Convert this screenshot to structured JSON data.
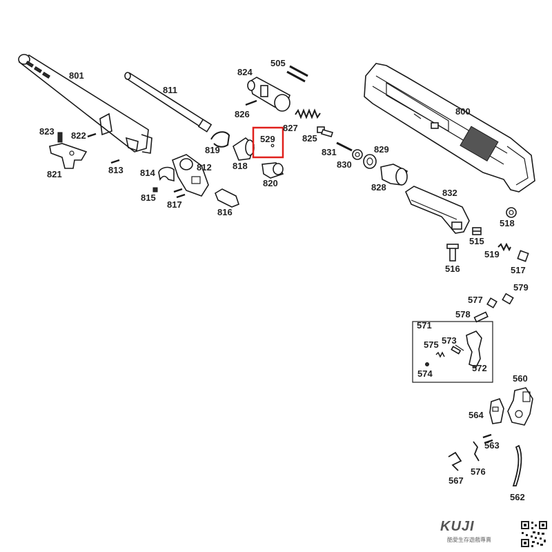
{
  "diagram": {
    "part_numbers": {
      "p801": "801",
      "p811": "811",
      "p824": "824",
      "p505": "505",
      "p800": "800",
      "p826": "826",
      "p827": "827",
      "p529": "529",
      "p823": "823",
      "p822": "822",
      "p819": "819",
      "p818": "818",
      "p820": "820",
      "p825": "825",
      "p831": "831",
      "p829": "829",
      "p830": "830",
      "p828": "828",
      "p821": "821",
      "p813": "813",
      "p814": "814",
      "p812": "812",
      "p815": "815",
      "p817": "817",
      "p816": "816",
      "p832": "832",
      "p518": "518",
      "p515": "515",
      "p516": "516",
      "p519": "519",
      "p517": "517",
      "p577": "577",
      "p579": "579",
      "p578": "578",
      "p571": "571",
      "p575": "575",
      "p573": "573",
      "p572": "572",
      "p574": "574",
      "p560": "560",
      "p564": "564",
      "p563": "563",
      "p567": "567",
      "p576": "576",
      "p562": "562"
    },
    "highlight": {
      "part": "529",
      "color": "#e0201c"
    }
  },
  "brand": {
    "logo_text": "KUJI",
    "tagline": "酷愛生存遊戲專賣"
  }
}
